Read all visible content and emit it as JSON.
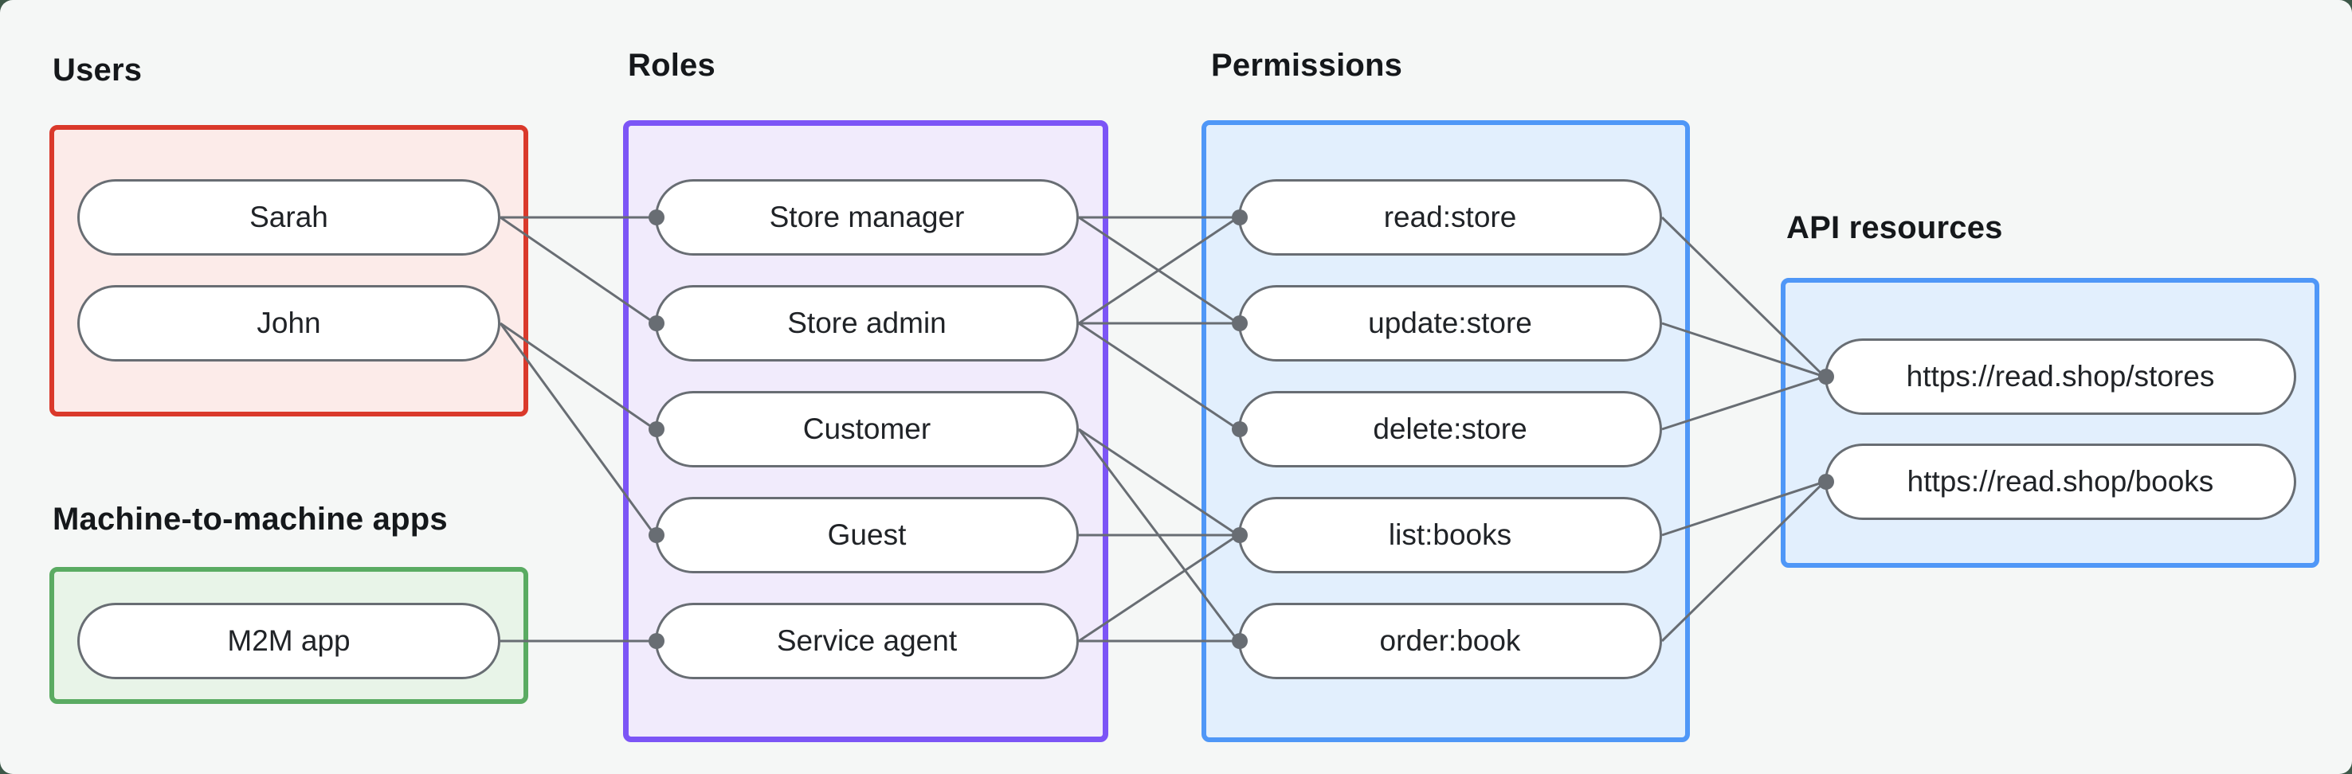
{
  "canvas": {
    "outside_color": "#3d5848",
    "card_color": "#f5f7f6"
  },
  "groups": [
    {
      "id": "users",
      "label": "Users",
      "border_color": "#da392b",
      "fill_color": "#fcebe9"
    },
    {
      "id": "m2m",
      "label": "Machine-to-machine apps",
      "border_color": "#5aab62",
      "fill_color": "#e8f4e8"
    },
    {
      "id": "roles",
      "label": "Roles",
      "border_color": "#7c55f6",
      "fill_color": "#f1ebfc"
    },
    {
      "id": "permissions",
      "label": "Permissions",
      "border_color": "#4f97f7",
      "fill_color": "#e2effd"
    },
    {
      "id": "api",
      "label": "API resources",
      "border_color": "#4f97f7",
      "fill_color": "#e2effd"
    }
  ],
  "nodes": [
    {
      "id": "sarah",
      "group": "users",
      "label": "Sarah"
    },
    {
      "id": "john",
      "group": "users",
      "label": "John"
    },
    {
      "id": "m2m-app",
      "group": "m2m",
      "label": "M2M app"
    },
    {
      "id": "store-manager",
      "group": "roles",
      "label": "Store manager"
    },
    {
      "id": "store-admin",
      "group": "roles",
      "label": "Store admin"
    },
    {
      "id": "customer",
      "group": "roles",
      "label": "Customer"
    },
    {
      "id": "guest",
      "group": "roles",
      "label": "Guest"
    },
    {
      "id": "service-agent",
      "group": "roles",
      "label": "Service agent"
    },
    {
      "id": "read-store",
      "group": "permissions",
      "label": "read:store"
    },
    {
      "id": "update-store",
      "group": "permissions",
      "label": "update:store"
    },
    {
      "id": "delete-store",
      "group": "permissions",
      "label": "delete:store"
    },
    {
      "id": "list-books",
      "group": "permissions",
      "label": "list:books"
    },
    {
      "id": "order-book",
      "group": "permissions",
      "label": "order:book"
    },
    {
      "id": "stores-api",
      "group": "api",
      "label": "https://read.shop/stores"
    },
    {
      "id": "books-api",
      "group": "api",
      "label": "https://read.shop/books"
    }
  ],
  "edges": [
    [
      "sarah",
      "store-manager"
    ],
    [
      "sarah",
      "store-admin"
    ],
    [
      "john",
      "customer"
    ],
    [
      "john",
      "guest"
    ],
    [
      "m2m-app",
      "service-agent"
    ],
    [
      "store-manager",
      "read-store"
    ],
    [
      "store-manager",
      "update-store"
    ],
    [
      "store-admin",
      "read-store"
    ],
    [
      "store-admin",
      "update-store"
    ],
    [
      "store-admin",
      "delete-store"
    ],
    [
      "customer",
      "list-books"
    ],
    [
      "customer",
      "order-book"
    ],
    [
      "guest",
      "list-books"
    ],
    [
      "service-agent",
      "list-books"
    ],
    [
      "service-agent",
      "order-book"
    ],
    [
      "read-store",
      "stores-api"
    ],
    [
      "update-store",
      "stores-api"
    ],
    [
      "delete-store",
      "stores-api"
    ],
    [
      "list-books",
      "books-api"
    ],
    [
      "order-book",
      "books-api"
    ]
  ],
  "edge_style": {
    "color": "#686d73",
    "width": 3,
    "dot_radius": 10
  }
}
